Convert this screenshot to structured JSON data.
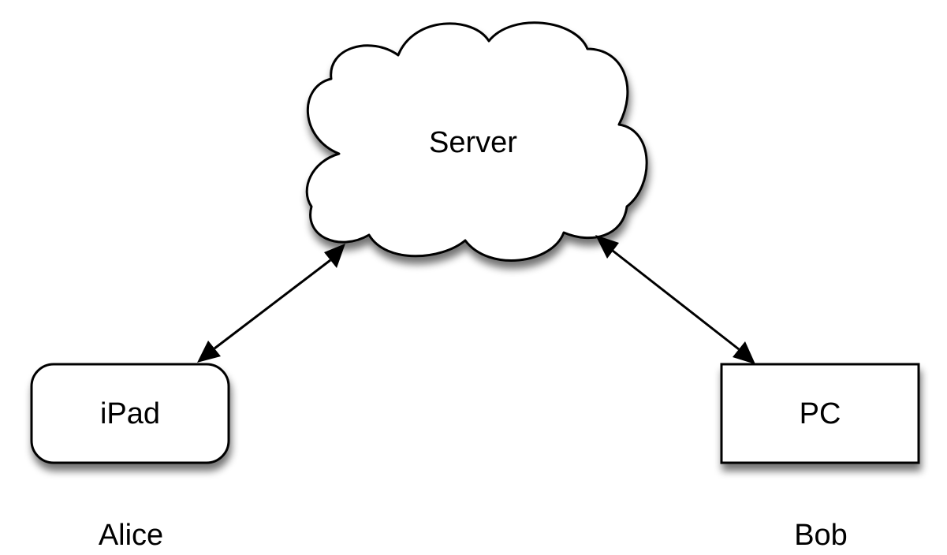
{
  "nodes": {
    "server": {
      "label": "Server",
      "shape": "cloud"
    },
    "ipad": {
      "label": "iPad",
      "shape": "rounded-rectangle"
    },
    "pc": {
      "label": "PC",
      "shape": "rectangle"
    }
  },
  "users": {
    "alice": "Alice",
    "bob": "Bob"
  },
  "edges": [
    {
      "from": "ipad",
      "to": "server",
      "direction": "bidirectional"
    },
    {
      "from": "pc",
      "to": "server",
      "direction": "bidirectional"
    }
  ],
  "colors": {
    "stroke": "#000000",
    "fill": "#ffffff",
    "shadow": "#000000"
  }
}
